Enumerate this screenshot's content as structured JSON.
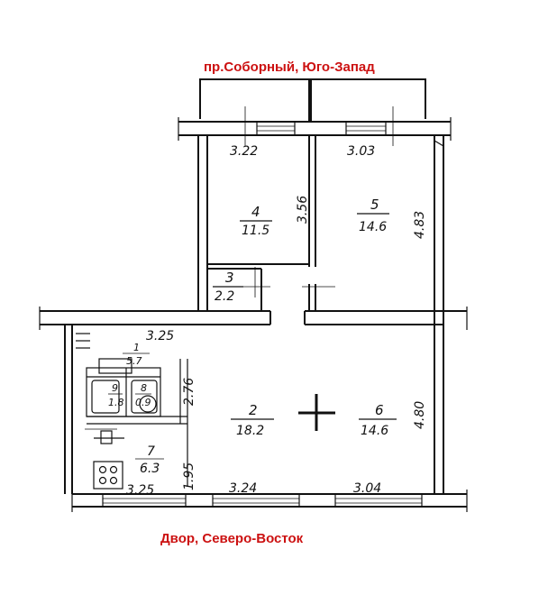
{
  "captions": {
    "top": "пр.Соборный, Юго-Запад",
    "bottom": "Двор, Северо-Восток"
  },
  "dimensions": {
    "top_left": "3.22",
    "top_right": "3.03",
    "room4_height": "3.56",
    "right_upper": "4.83",
    "upper_left_width": "3.25",
    "room1_height": "2.76",
    "right_lower": "4.80",
    "room7_height": "1.95",
    "bottom_left": "3.25",
    "bottom_middle": "3.24",
    "bottom_right": "3.04"
  },
  "rooms": [
    {
      "number": "4",
      "area": "11.5"
    },
    {
      "number": "5",
      "area": "14.6"
    },
    {
      "number": "3",
      "area": "2.2"
    },
    {
      "number": "1",
      "area": "5.7"
    },
    {
      "number": "9",
      "area": "1.8"
    },
    {
      "number": "8",
      "area": "0.9"
    },
    {
      "number": "2",
      "area": "18.2"
    },
    {
      "number": "6",
      "area": "14.6"
    },
    {
      "number": "7",
      "area": "6.3"
    }
  ],
  "colors": {
    "caption": "#cc1111",
    "lines": "#111111"
  }
}
